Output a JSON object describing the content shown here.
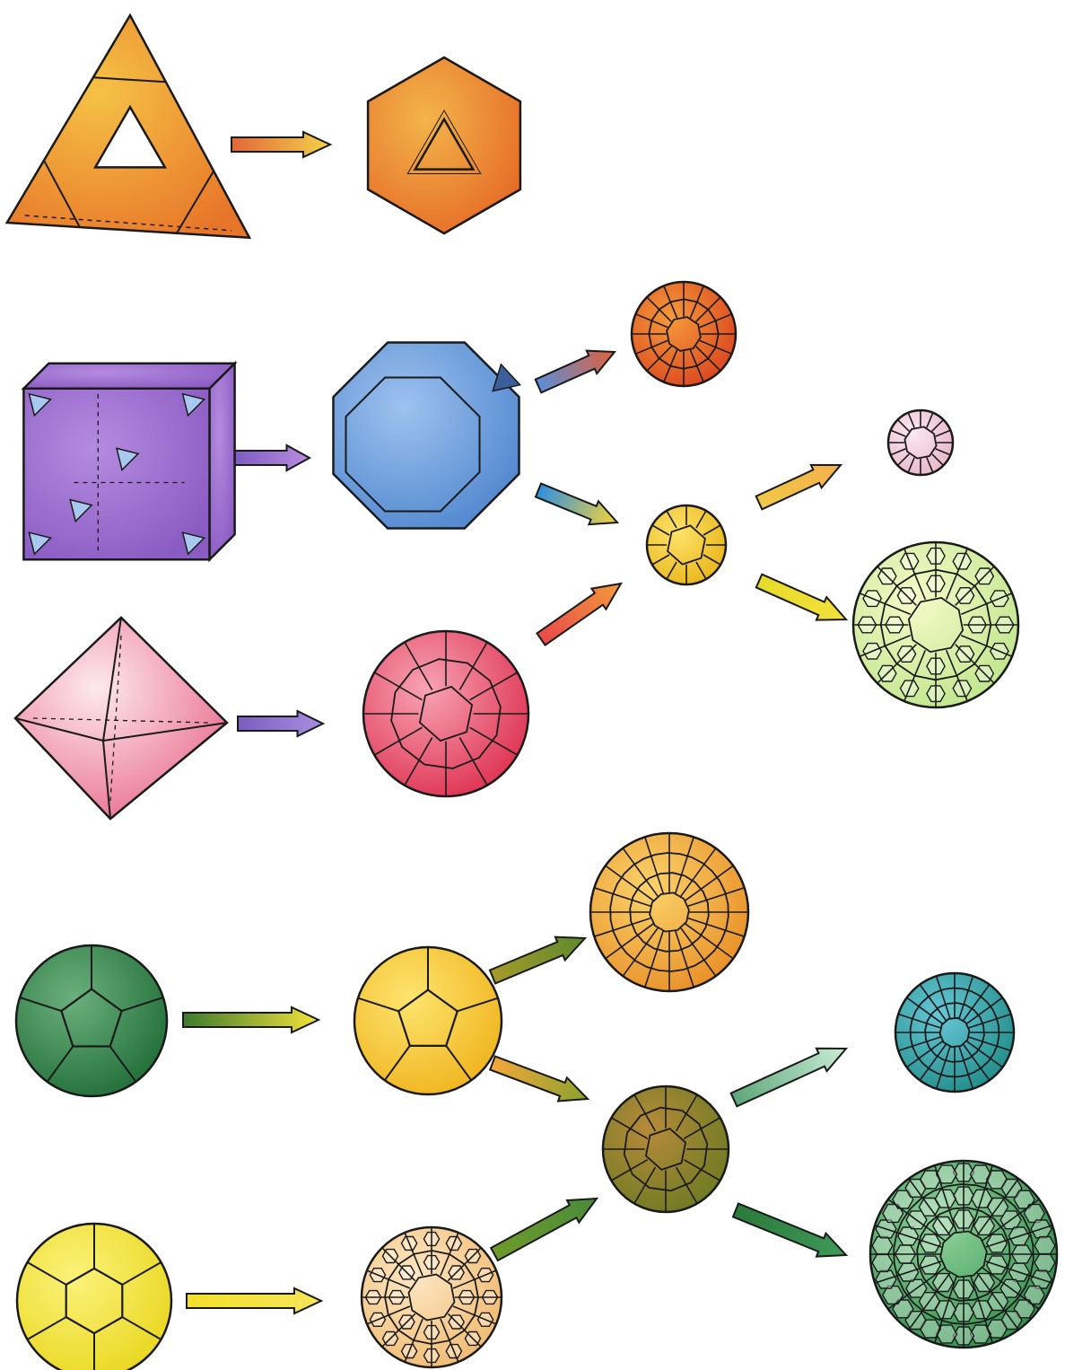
{
  "diagram": {
    "solids": [
      {
        "id": "tetrahedron",
        "name": "tetrahedron-solid",
        "colors": [
          "#e8762a",
          "#f5c245"
        ]
      },
      {
        "id": "truncated-tetrahedron",
        "name": "truncated-tetrahedron-solid",
        "colors": [
          "#e56a26",
          "#f3b44a"
        ]
      },
      {
        "id": "cube",
        "name": "cube-solid",
        "colors": [
          "#8a5bc2",
          "#b48be0"
        ]
      },
      {
        "id": "truncated-cube",
        "name": "truncated-cube-solid",
        "colors": [
          "#4f86cf",
          "#9ec2ef"
        ]
      },
      {
        "id": "rhombicuboctahedron",
        "name": "rhombicuboctahedron-solid",
        "colors": [
          "#d9431e",
          "#f59a3a"
        ]
      },
      {
        "id": "cuboctahedron",
        "name": "cuboctahedron-solid",
        "colors": [
          "#e8b318",
          "#fde36a"
        ]
      },
      {
        "id": "small-pink-solid",
        "name": "small-pink-solid",
        "colors": [
          "#e6b4c8",
          "#fbe7ef"
        ]
      },
      {
        "id": "truncated-cuboctahedron",
        "name": "truncated-cuboctahedron-solid",
        "colors": [
          "#bde58a",
          "#f6f9c8"
        ]
      },
      {
        "id": "octahedron",
        "name": "octahedron-solid",
        "colors": [
          "#e86a8a",
          "#fde9ef"
        ]
      },
      {
        "id": "truncated-octahedron",
        "name": "truncated-octahedron-solid",
        "colors": [
          "#dd2d4c",
          "#f7a3b4"
        ]
      },
      {
        "id": "dodecahedron",
        "name": "dodecahedron-solid",
        "colors": [
          "#1e6b36",
          "#6bb07c"
        ]
      },
      {
        "id": "truncated-dodecahedron",
        "name": "truncated-dodecahedron-solid",
        "colors": [
          "#f0b21b",
          "#fde46e"
        ]
      },
      {
        "id": "snub-solid",
        "name": "snub-solid",
        "colors": [
          "#e88c25",
          "#fbd36b"
        ]
      },
      {
        "id": "rhombicosidodecahedron",
        "name": "rhombicosidodecahedron-solid",
        "colors": [
          "#1f8a86",
          "#67c7d6"
        ]
      },
      {
        "id": "icosidodecahedron",
        "name": "icosidodecahedron-solid",
        "colors": [
          "#6b7a22",
          "#b68a3a"
        ]
      },
      {
        "id": "truncated-icosidodecahedron",
        "name": "truncated-icosidodecahedron-solid",
        "colors": [
          "#2a8a48",
          "#8fd39a"
        ]
      },
      {
        "id": "icosahedron",
        "name": "icosahedron-solid",
        "colors": [
          "#e9d61c",
          "#fbf27a"
        ]
      },
      {
        "id": "truncated-icosahedron",
        "name": "truncated-icosahedron-solid",
        "colors": [
          "#f0b86c",
          "#fde7c4"
        ]
      }
    ],
    "arrows": [
      {
        "from": "tetrahedron",
        "to": "truncated-tetrahedron",
        "colors": [
          "#e2673a",
          "#f3d34a"
        ]
      },
      {
        "from": "cube",
        "to": "truncated-cube",
        "colors": [
          "#7a5cc0",
          "#b98ce0"
        ]
      },
      {
        "from": "truncated-cube",
        "to": "rhombicuboctahedron",
        "colors": [
          "#5b8fd8",
          "#e0603a"
        ]
      },
      {
        "from": "truncated-cube",
        "to": "cuboctahedron",
        "colors": [
          "#2f8ee0",
          "#f5d43a"
        ]
      },
      {
        "from": "cuboctahedron",
        "to": "small-pink-solid",
        "colors": [
          "#f0c848",
          "#f5b04a"
        ]
      },
      {
        "from": "cuboctahedron",
        "to": "truncated-cuboctahedron",
        "colors": [
          "#e7dc2a",
          "#f3e03c"
        ]
      },
      {
        "from": "octahedron",
        "to": "truncated-octahedron",
        "colors": [
          "#7a5cc0",
          "#a98fe0"
        ]
      },
      {
        "from": "truncated-octahedron",
        "to": "cuboctahedron",
        "colors": [
          "#e84a4a",
          "#f39a3a"
        ]
      },
      {
        "from": "dodecahedron",
        "to": "truncated-dodecahedron",
        "colors": [
          "#3d7a2e",
          "#f3e33a"
        ]
      },
      {
        "from": "truncated-dodecahedron",
        "to": "snub-solid",
        "colors": [
          "#a49a2a",
          "#5e8a2e"
        ]
      },
      {
        "from": "truncated-dodecahedron",
        "to": "icosidodecahedron",
        "colors": [
          "#f2a63a",
          "#8aa22e"
        ]
      },
      {
        "from": "icosidodecahedron",
        "to": "rhombicosidodecahedron",
        "colors": [
          "#5ea77a",
          "#c9ecd4"
        ]
      },
      {
        "from": "icosidodecahedron",
        "to": "truncated-icosidodecahedron",
        "colors": [
          "#2a7a3a",
          "#3f9a5a"
        ]
      },
      {
        "from": "truncated-icosahedron",
        "to": "icosidodecahedron",
        "colors": [
          "#6e9a2a",
          "#4a8a3a"
        ]
      },
      {
        "from": "icosahedron",
        "to": "truncated-icosahedron",
        "colors": [
          "#f3e02a",
          "#f5e55a"
        ]
      }
    ]
  }
}
